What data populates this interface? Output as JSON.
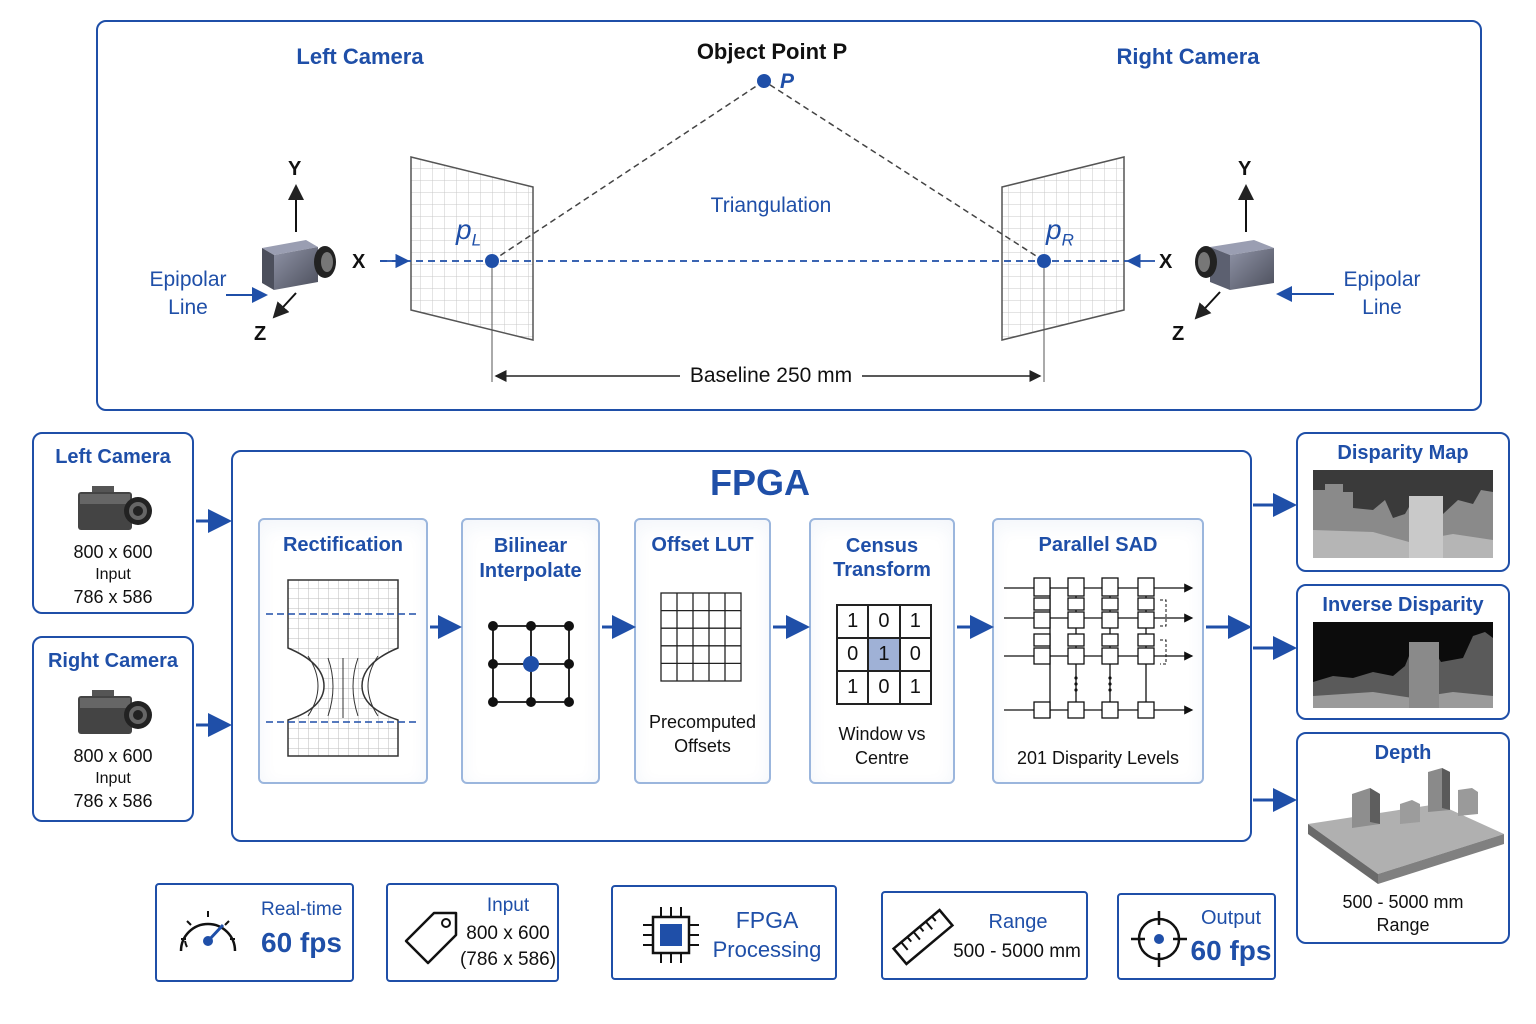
{
  "geometry": {
    "left_camera_title": "Left Camera",
    "right_camera_title": "Right Camera",
    "object_point_title": "Object Point P",
    "point_label": "P",
    "left_image_point": "p",
    "left_image_point_sub": "L",
    "right_image_point": "p",
    "right_image_point_sub": "R",
    "triangulation": "Triangulation",
    "baseline": "Baseline 250 mm",
    "epipolar_left_l1": "Epipolar",
    "epipolar_left_l2": "Line",
    "epipolar_right_l1": "Epipolar",
    "epipolar_right_l2": "Line",
    "axis_y": "Y",
    "axis_x": "X",
    "axis_z": "Z"
  },
  "inputs": [
    {
      "title": "Left Camera",
      "res": "800 x 600",
      "label": "Input",
      "crop": "786 x 586"
    },
    {
      "title": "Right Camera",
      "res": "800 x 600",
      "label": "Input",
      "crop": "786 x 586"
    }
  ],
  "fpga": {
    "title": "FPGA",
    "stages": {
      "rectification": {
        "title": "Rectification"
      },
      "bilinear": {
        "title_l1": "Bilinear",
        "title_l2": "Interpolate"
      },
      "offset": {
        "title": "Offset LUT",
        "caption_l1": "Precomputed",
        "caption_l2": "Offsets"
      },
      "census": {
        "title_l1": "Census",
        "title_l2": "Transform",
        "grid": [
          "1",
          "0",
          "1",
          "0",
          "1",
          "0",
          "1",
          "0",
          "1"
        ],
        "caption_l1": "Window vs",
        "caption_l2": "Centre"
      },
      "sad": {
        "title": "Parallel SAD",
        "caption": "201 Disparity Levels"
      }
    }
  },
  "outputs": {
    "disparity": {
      "title": "Disparity Map"
    },
    "inverse": {
      "title": "Inverse Disparity"
    },
    "depth": {
      "title": "Depth",
      "range": "500 - 5000 mm",
      "range_label": "Range"
    }
  },
  "badges": {
    "realtime": {
      "l1": "Real-time",
      "l2": "60 fps",
      "icon": "speedometer-icon"
    },
    "input": {
      "l1": "Input",
      "l2": "800 x 600",
      "l3": "(786 x 586)",
      "icon": "tag-icon"
    },
    "fpga": {
      "l1": "FPGA",
      "l2": "Processing",
      "icon": "chip-icon"
    },
    "range": {
      "l1": "Range",
      "l2": "500 - 5000 mm",
      "icon": "ruler-icon"
    },
    "output": {
      "l1": "Output",
      "l2": "60 fps",
      "icon": "crosshair-icon"
    }
  },
  "colors": {
    "accent": "#1f4fa8",
    "stage_border": "#9bb6dd",
    "center_cell": "#9fb1d6"
  }
}
